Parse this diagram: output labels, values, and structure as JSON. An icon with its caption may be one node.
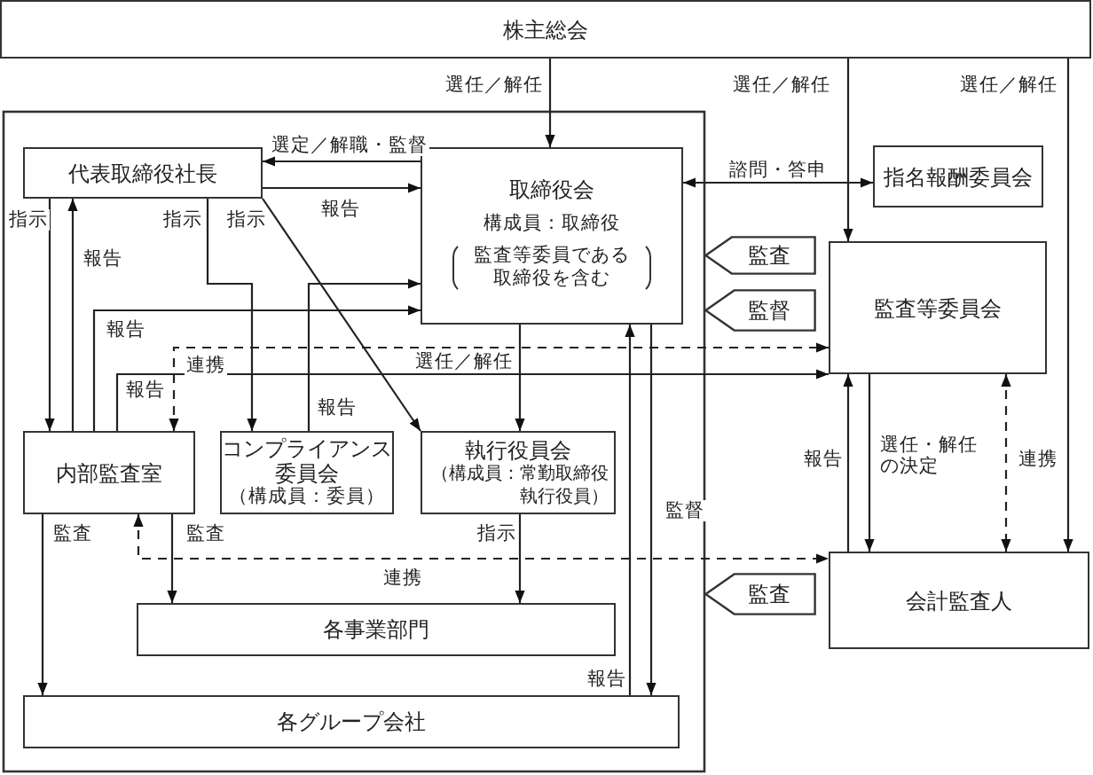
{
  "diagram": {
    "nodes": [
      {
        "text": [
          "株主総会"
        ]
      },
      {
        "text": [
          "代表取締役社長"
        ]
      },
      {
        "text": [
          "取締役会",
          "構成員：取締役",
          "監査等委員である取締役を含む"
        ]
      },
      {
        "text": [
          "指名報酬委員会"
        ]
      },
      {
        "text": [
          "監査等委員会"
        ]
      },
      {
        "text": [
          "内部監査室"
        ]
      },
      {
        "text": [
          "コンプライアンス委員会",
          "（構成員：委員）"
        ]
      },
      {
        "text": [
          "執行役員会",
          "（構成員：常勤取締役執行役員）"
        ]
      },
      {
        "text": [
          "各事業部門"
        ]
      },
      {
        "text": [
          "各グループ会社"
        ]
      },
      {
        "text": [
          "会計監査人"
        ]
      },
      {
        "text": [
          "監査"
        ]
      },
      {
        "text": [
          "監督"
        ]
      },
      {
        "text": [
          "監査"
        ]
      }
    ],
    "edges": [
      {
        "from": 0,
        "to": 2,
        "arrow": "to",
        "label": "選任／解任"
      },
      {
        "from": 0,
        "to": 4,
        "arrow": "to",
        "label": "選任／解任"
      },
      {
        "from": 0,
        "to": 10,
        "arrow": "to",
        "label": "選任／解任"
      },
      {
        "from": 2,
        "to": 1,
        "arrow": "to",
        "label": "選定／解職・監督"
      },
      {
        "from": 1,
        "to": 2,
        "arrow": "to",
        "label": "報告"
      },
      {
        "from": 2,
        "to": 3,
        "arrow": "both",
        "label": "諮問・答申"
      },
      {
        "from": 1,
        "to": 5,
        "arrow": "to",
        "label": "指示"
      },
      {
        "from": 5,
        "to": 1,
        "arrow": "to",
        "label": "報告"
      },
      {
        "from": 1,
        "to": 6,
        "arrow": "to",
        "label": "指示"
      },
      {
        "from": 1,
        "to": 7,
        "arrow": "to",
        "label": "指示"
      },
      {
        "from": 6,
        "to": 2,
        "arrow": "to",
        "label": "報告"
      },
      {
        "from": 5,
        "to": 2,
        "arrow": "to",
        "label": "報告"
      },
      {
        "from": 5,
        "to": 4,
        "arrow": "both",
        "label": "連携",
        "style": "dashed"
      },
      {
        "from": 5,
        "to": 4,
        "arrow": "to",
        "label": "報告"
      },
      {
        "from": 2,
        "to": 7,
        "arrow": "to",
        "label": "選任／解任"
      },
      {
        "from": 5,
        "to": 8,
        "arrow": "to",
        "label": "監査"
      },
      {
        "from": 5,
        "to": 9,
        "arrow": "to",
        "label": "監査"
      },
      {
        "from": 5,
        "to": 10,
        "arrow": "both",
        "label": "連携",
        "style": "dashed"
      },
      {
        "from": 7,
        "to": 8,
        "arrow": "to",
        "label": "指示"
      },
      {
        "from": 9,
        "to": 2,
        "arrow": "to",
        "label": "報告"
      },
      {
        "from": 2,
        "to": 9,
        "arrow": "to",
        "label": "監督"
      },
      {
        "from": 10,
        "to": 4,
        "arrow": "to",
        "label": "報告"
      },
      {
        "from": 4,
        "to": 10,
        "arrow": "to",
        "label": "選任・解任の決定"
      },
      {
        "from": 4,
        "to": 10,
        "arrow": "both",
        "label": "連携",
        "style": "dashed"
      }
    ]
  }
}
